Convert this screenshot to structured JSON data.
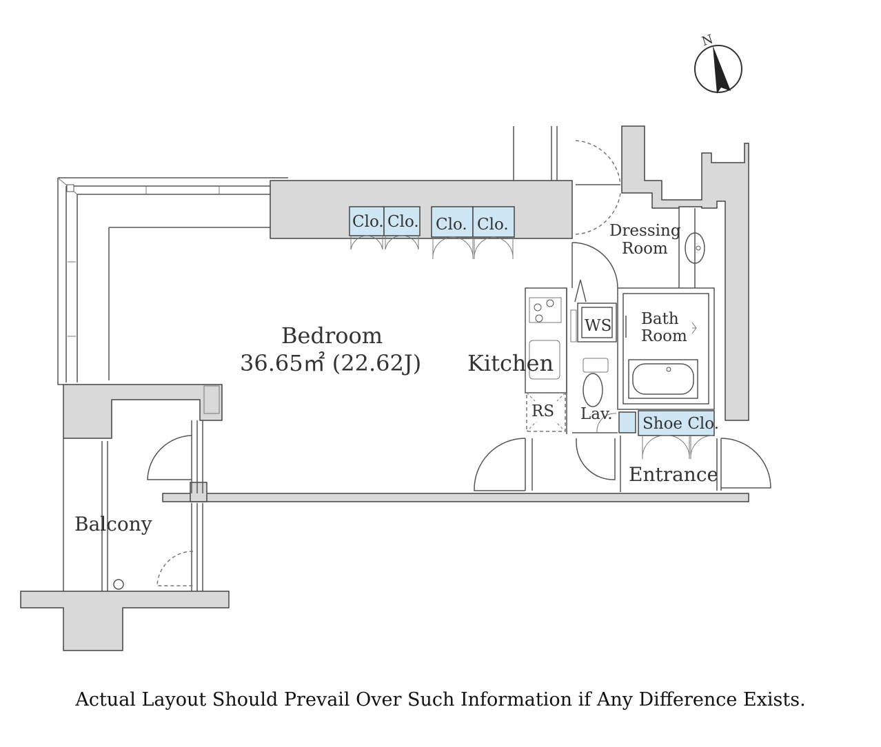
{
  "rooms": {
    "bedroom": "Bedroom",
    "bedroom_area": "36.65㎡ (22.62J)",
    "kitchen": "Kitchen",
    "dressing_line1": "Dressing",
    "dressing_line2": "Room",
    "bath_line1": "Bath",
    "bath_line2": "Room",
    "balcony": "Balcony",
    "entrance": "Entrance",
    "shoe_closet": "Shoe Clo.",
    "lavatory": "Lav.",
    "washer_space": "WS",
    "refrigerator_space": "RS",
    "closets": [
      "Clo.",
      "Clo.",
      "Clo.",
      "Clo."
    ]
  },
  "compass": {
    "north": "N"
  },
  "disclaimer": "Actual Layout Should Prevail Over Such Information if Any Difference Exists.",
  "colors": {
    "wall": "#d9d9d9",
    "storage": "#cfe6f5",
    "line": "#444444"
  }
}
